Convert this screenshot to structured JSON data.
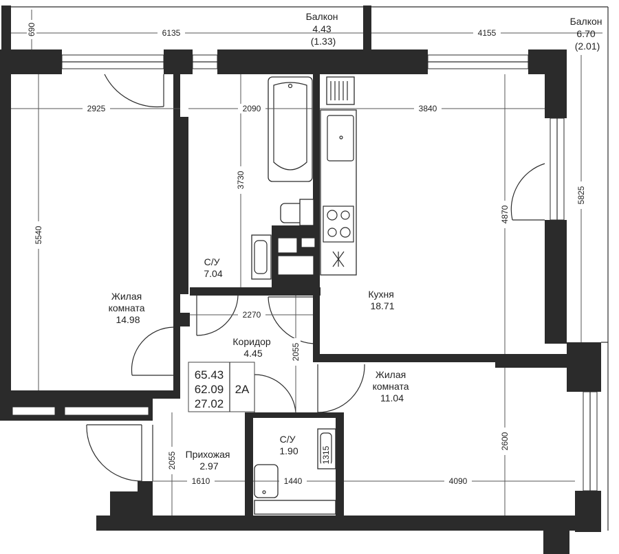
{
  "rooms": [
    {
      "name": "Жилая\nкомната",
      "area": "14.98"
    },
    {
      "name": "С/У",
      "area": "7.04"
    },
    {
      "name": "Кухня",
      "area": "18.71"
    },
    {
      "name": "Коридор",
      "area": "4.45"
    },
    {
      "name": "Жилая\nкомната",
      "area": "11.04"
    },
    {
      "name": "С/У",
      "area": "1.90"
    },
    {
      "name": "Прихожая",
      "area": "2.97"
    }
  ],
  "balconies": [
    {
      "name": "Балкон",
      "area": "4.43",
      "reduced": "(1.33)"
    },
    {
      "name": "Балкон",
      "area": "6.70",
      "reduced": "(2.01)"
    }
  ],
  "dimensions": {
    "d690": "690",
    "d6135": "6135",
    "d4155": "4155",
    "d2925": "2925",
    "d2090": "2090",
    "d3840": "3840",
    "d5540": "5540",
    "d3730": "3730",
    "d4870": "4870",
    "d5825": "5825",
    "d2270": "2270",
    "d2055a": "2055",
    "d2600": "2600",
    "d2055b": "2055",
    "d1610": "1610",
    "d1440": "1440",
    "d4090": "4090",
    "d1315": "1315"
  },
  "summary": {
    "total": "65.43",
    "living_total": "62.09",
    "living": "27.02",
    "type": "2А"
  }
}
